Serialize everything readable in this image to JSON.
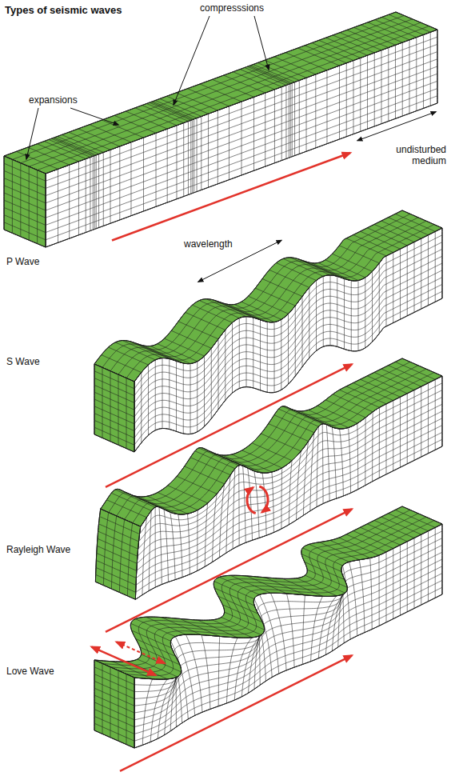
{
  "diagram": {
    "title": "Types of seismic waves",
    "labels": [
      "compresssions",
      "expansions",
      "undisturbed medium",
      "P Wave",
      "wavelength",
      "S Wave",
      "Rayleigh Wave",
      "Love Wave"
    ]
  }
}
